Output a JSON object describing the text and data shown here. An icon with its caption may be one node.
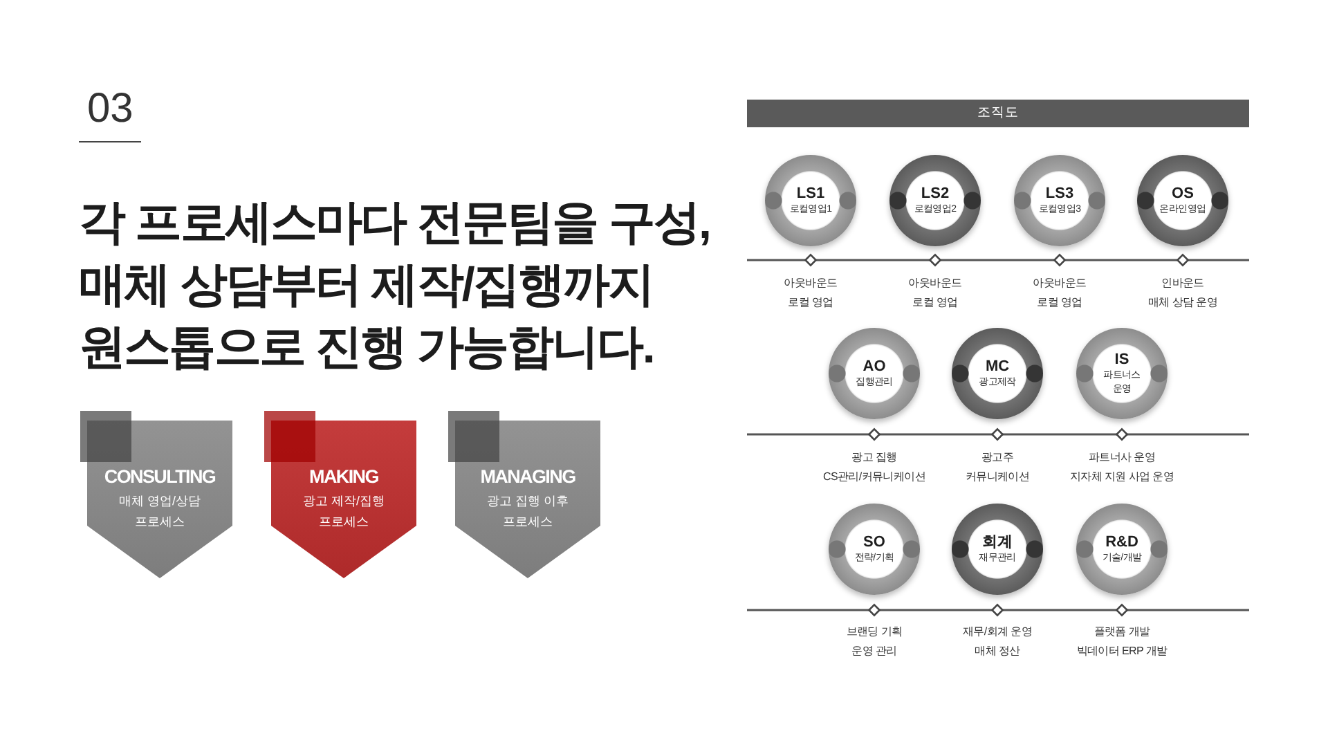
{
  "diagram": {
    "title": "각 프로세스마다 전문팀을 구성, 매체 상담부터 제작/집행까지 원스톱으로 진행 가능합니다.",
    "nodes": [
      {
        "text": [
          "CONSULTING",
          "매체 영업/상담 프로세스"
        ]
      },
      {
        "text": [
          "MAKING",
          "광고 제작/집행 프로세스"
        ]
      },
      {
        "text": [
          "MANAGING",
          "광고 집행 이후 프로세스"
        ]
      },
      {
        "text": [
          "조직도"
        ]
      },
      {
        "text": [
          "LS1",
          "로컬영업1"
        ],
        "beside": [
          "아웃바운드 로컬 영업"
        ]
      },
      {
        "text": [
          "LS2",
          "로컬영업2"
        ],
        "beside": [
          "아웃바운드 로컬 영업"
        ]
      },
      {
        "text": [
          "LS3",
          "로컬영업3"
        ],
        "beside": [
          "아웃바운드 로컬 영업"
        ]
      },
      {
        "text": [
          "OS",
          "온라인영업"
        ],
        "beside": [
          "인바운드 매체 상담 운영"
        ]
      },
      {
        "text": [
          "AO",
          "집행관리"
        ],
        "beside": [
          "광고 집행 CS관리/커뮤니케이션"
        ]
      },
      {
        "text": [
          "MC",
          "광고제작"
        ],
        "beside": [
          "광고주 커뮤니케이션"
        ]
      },
      {
        "text": [
          "IS",
          "파트너스 운영"
        ],
        "beside": [
          "파트너사 운영 지자체 지원 사업 운영"
        ]
      },
      {
        "text": [
          "SO",
          "전략/기획"
        ],
        "beside": [
          "브랜딩 기획 운영 관리"
        ]
      },
      {
        "text": [
          "회계",
          "재무관리"
        ],
        "beside": [
          "재무/회계 운영 매체 정산"
        ]
      },
      {
        "text": [
          "R&D",
          "기술/개발"
        ],
        "beside": [
          "플랫폼 개발 빅데이터 ERP 개발"
        ]
      }
    ],
    "labels": [
      "03"
    ]
  }
}
